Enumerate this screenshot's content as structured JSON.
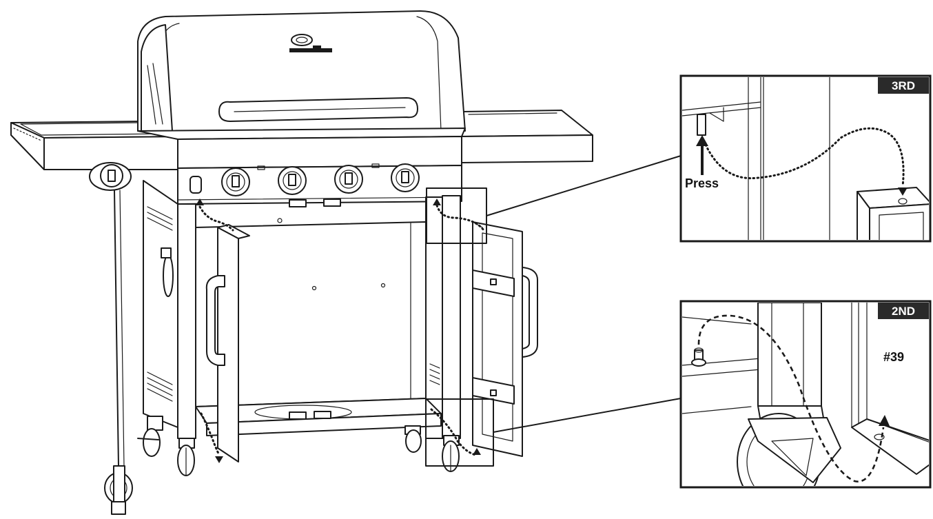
{
  "callouts": {
    "top": {
      "step_badge": "3RD",
      "action_label": "Press"
    },
    "bottom": {
      "step_badge": "2ND",
      "part_label": "#39"
    }
  },
  "brand": {
    "logo": "grill-brand-logo"
  },
  "colors": {
    "line": "#1a1a1a",
    "badge": "#2a2a2a",
    "background": "#ffffff"
  }
}
